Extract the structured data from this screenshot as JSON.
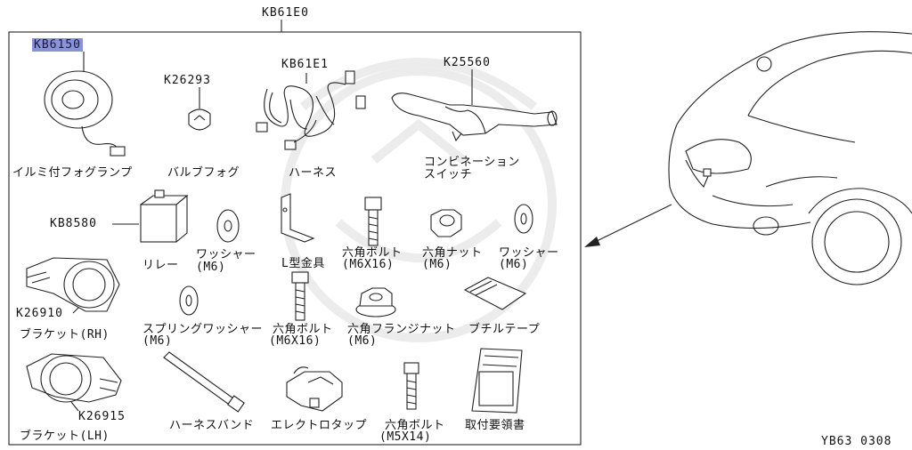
{
  "kit": {
    "part_number": "KB61E0"
  },
  "parts": [
    {
      "id": "fog-lamp",
      "part_number": "KB6150",
      "name": "イルミ付フォグランプ"
    },
    {
      "id": "bulb",
      "part_number": "K26293",
      "name": "バルブフォグ"
    },
    {
      "id": "harness",
      "part_number": "KB61E1",
      "name": "ハーネス"
    },
    {
      "id": "switch",
      "part_number": "K25560",
      "name_line1": "コンビネーション",
      "name_line2": "スイッチ"
    },
    {
      "id": "relay",
      "part_number": "KB8580",
      "name": "リレー"
    },
    {
      "id": "washer-1",
      "name": "ワッシャー",
      "size": "(M6)"
    },
    {
      "id": "l-bracket",
      "name": "L型金具"
    },
    {
      "id": "bolt-1",
      "name": "六角ボルト",
      "size": "(M6X16)"
    },
    {
      "id": "nut",
      "name": "六角ナット",
      "size": "(M6)"
    },
    {
      "id": "washer-2",
      "name": "ワッシャー",
      "size": "(M6)"
    },
    {
      "id": "bracket-rh",
      "part_number": "K26910",
      "name": "ブラケット(RH)"
    },
    {
      "id": "spring-washer",
      "name": "スプリングワッシャー",
      "size": "(M6)"
    },
    {
      "id": "bolt-2",
      "name": "六角ボルト",
      "size": "(M6X16)"
    },
    {
      "id": "flange-nut",
      "name": "六角フランジナット",
      "size": "(M6)"
    },
    {
      "id": "butyl-tape",
      "name": "ブチルテープ"
    },
    {
      "id": "bracket-lh",
      "part_number": "K26915",
      "name": "ブラケット(LH)"
    },
    {
      "id": "harness-band",
      "name": "ハーネスバンド"
    },
    {
      "id": "electro-tap",
      "name": "エレクトロタップ"
    },
    {
      "id": "bolt-3",
      "name": "六角ボルト",
      "size": "(M5X14)"
    },
    {
      "id": "manual",
      "name": "取付要領書"
    }
  ],
  "figure_code": "YB63 0308"
}
